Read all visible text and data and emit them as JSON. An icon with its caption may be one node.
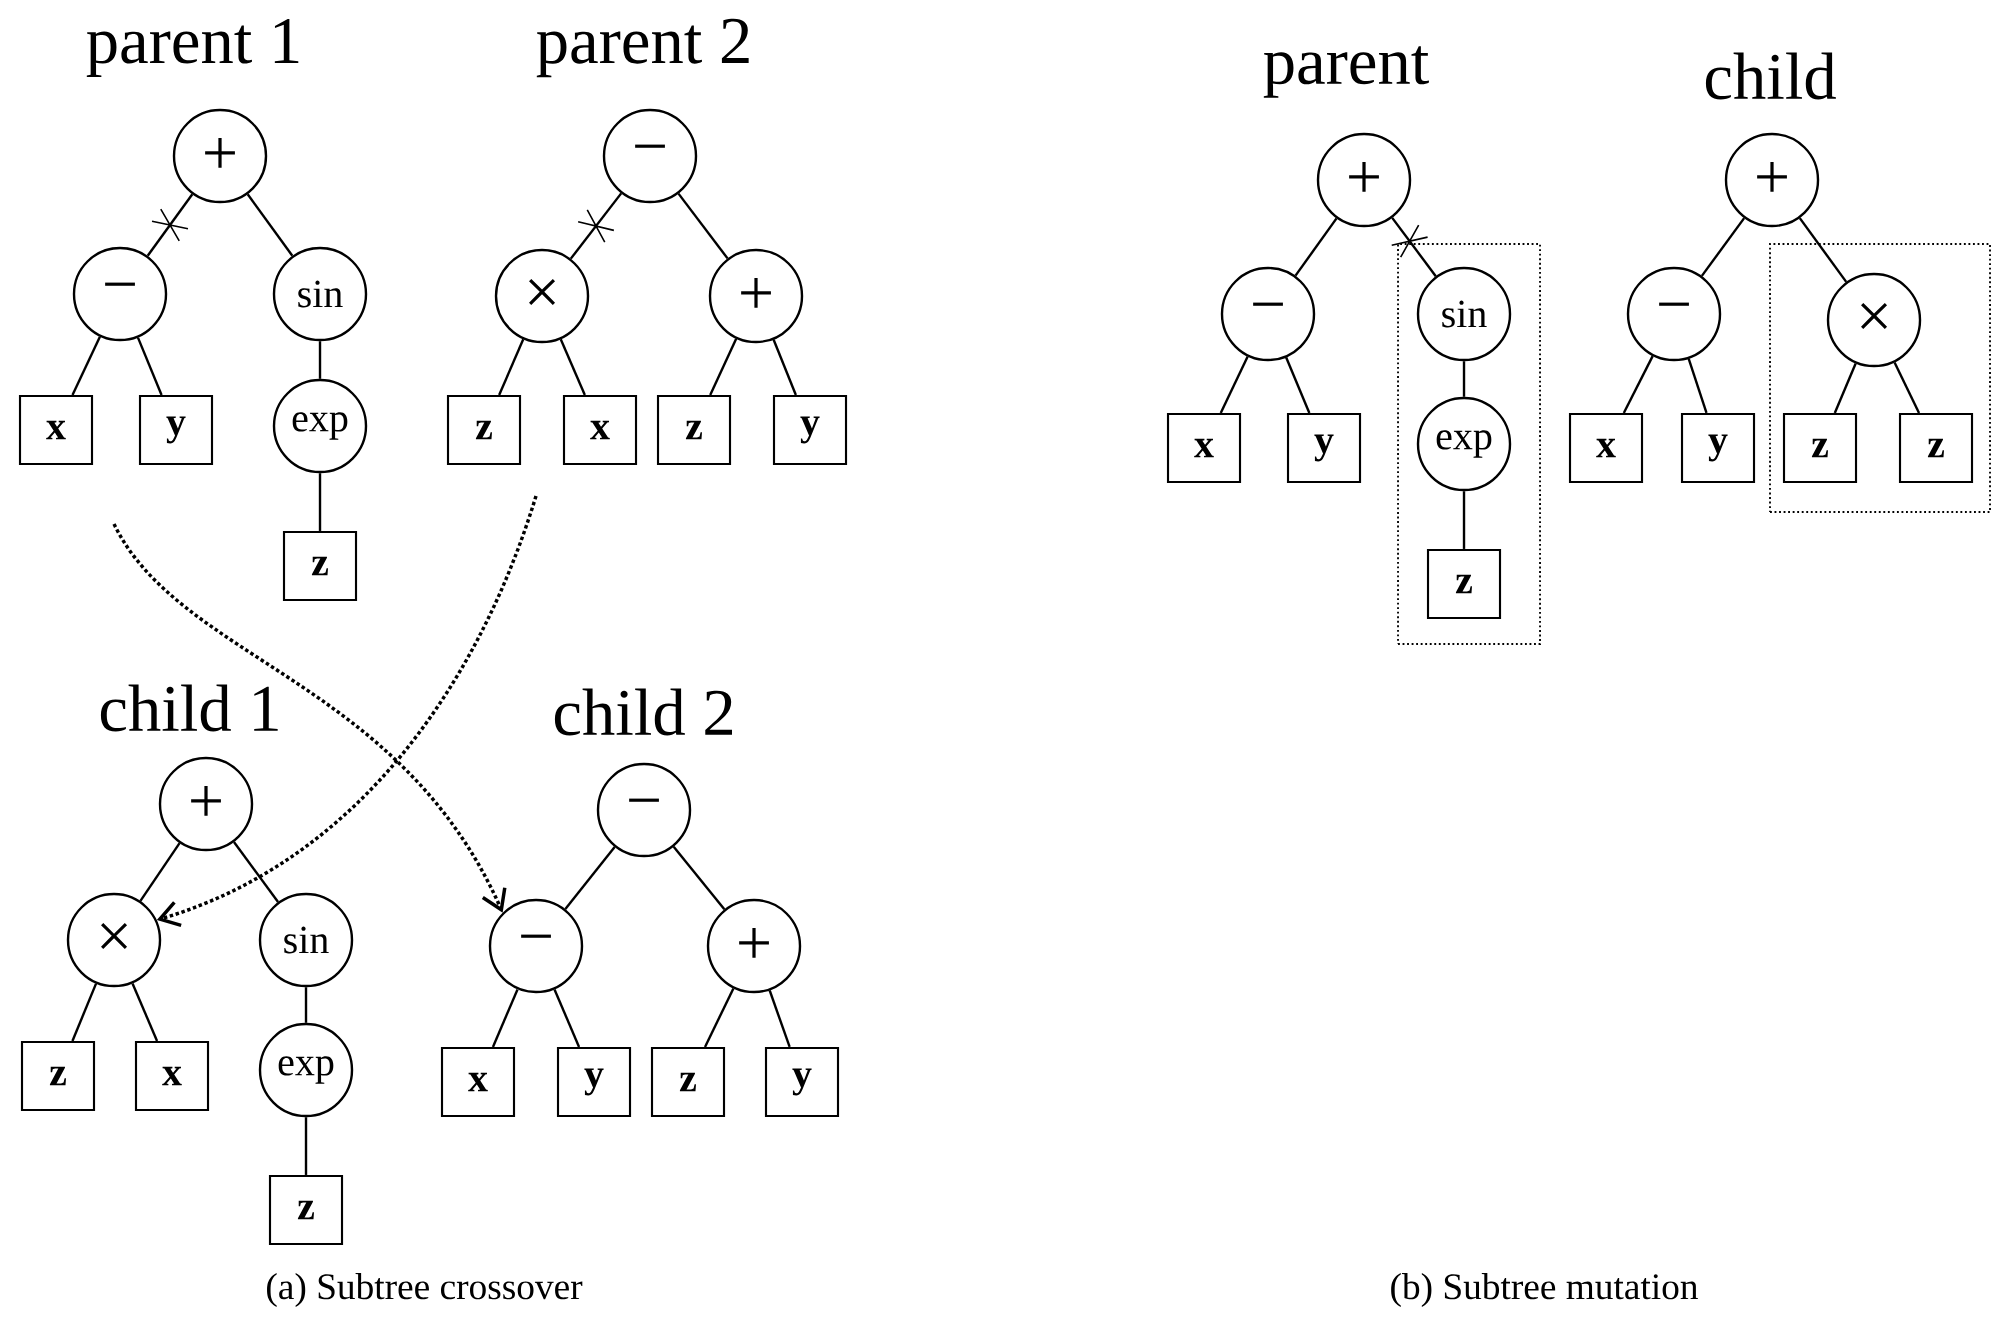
{
  "diagram": {
    "nodes": [
      {
        "text": [
          "+"
        ]
      },
      {
        "text": [
          "−"
        ]
      },
      {
        "text": [
          "sin"
        ]
      },
      {
        "text": [
          "x"
        ]
      },
      {
        "text": [
          "y"
        ]
      },
      {
        "text": [
          "exp"
        ]
      },
      {
        "text": [
          "z"
        ]
      },
      {
        "text": [
          "−"
        ]
      },
      {
        "text": [
          "×"
        ]
      },
      {
        "text": [
          "+"
        ]
      },
      {
        "text": [
          "z"
        ]
      },
      {
        "text": [
          "x"
        ]
      },
      {
        "text": [
          "z"
        ]
      },
      {
        "text": [
          "y"
        ]
      },
      {
        "text": [
          "+"
        ]
      },
      {
        "text": [
          "×"
        ]
      },
      {
        "text": [
          "sin"
        ]
      },
      {
        "text": [
          "z"
        ]
      },
      {
        "text": [
          "x"
        ]
      },
      {
        "text": [
          "exp"
        ]
      },
      {
        "text": [
          "z"
        ]
      },
      {
        "text": [
          "−"
        ]
      },
      {
        "text": [
          "−"
        ]
      },
      {
        "text": [
          "+"
        ]
      },
      {
        "text": [
          "x"
        ]
      },
      {
        "text": [
          "y"
        ]
      },
      {
        "text": [
          "z"
        ]
      },
      {
        "text": [
          "y"
        ]
      },
      {
        "text": [
          "+"
        ]
      },
      {
        "text": [
          "−"
        ]
      },
      {
        "text": [],
        "shape": "box"
      },
      {
        "text": [
          "sin"
        ],
        "in": 30
      },
      {
        "text": [
          "x"
        ]
      },
      {
        "text": [
          "y"
        ]
      },
      {
        "text": [
          "exp"
        ],
        "in": 30
      },
      {
        "text": [
          "z"
        ],
        "in": 30
      },
      {
        "text": [
          "+"
        ]
      },
      {
        "text": [
          "−"
        ]
      },
      {
        "text": [],
        "shape": "box"
      },
      {
        "text": [
          "×"
        ],
        "in": 38
      },
      {
        "text": [
          "x"
        ]
      },
      {
        "text": [
          "y"
        ]
      },
      {
        "text": [
          "z"
        ],
        "in": 38
      },
      {
        "text": [
          "z"
        ],
        "in": 38
      }
    ],
    "edges": [
      {
        "from": 0,
        "to": 1,
        "arrow": "none"
      },
      {
        "from": 0,
        "to": 2,
        "arrow": "none"
      },
      {
        "from": 1,
        "to": 3,
        "arrow": "none"
      },
      {
        "from": 1,
        "to": 4,
        "arrow": "none"
      },
      {
        "from": 2,
        "to": 5,
        "arrow": "none"
      },
      {
        "from": 5,
        "to": 6,
        "arrow": "none"
      },
      {
        "from": 7,
        "to": 8,
        "arrow": "none"
      },
      {
        "from": 7,
        "to": 9,
        "arrow": "none"
      },
      {
        "from": 8,
        "to": 10,
        "arrow": "none"
      },
      {
        "from": 8,
        "to": 11,
        "arrow": "none"
      },
      {
        "from": 9,
        "to": 12,
        "arrow": "none"
      },
      {
        "from": 9,
        "to": 13,
        "arrow": "none"
      },
      {
        "from": 14,
        "to": 15,
        "arrow": "none"
      },
      {
        "from": 14,
        "to": 16,
        "arrow": "none"
      },
      {
        "from": 15,
        "to": 17,
        "arrow": "none"
      },
      {
        "from": 15,
        "to": 18,
        "arrow": "none"
      },
      {
        "from": 16,
        "to": 19,
        "arrow": "none"
      },
      {
        "from": 19,
        "to": 20,
        "arrow": "none"
      },
      {
        "from": 21,
        "to": 22,
        "arrow": "none"
      },
      {
        "from": 21,
        "to": 23,
        "arrow": "none"
      },
      {
        "from": 22,
        "to": 24,
        "arrow": "none"
      },
      {
        "from": 22,
        "to": 25,
        "arrow": "none"
      },
      {
        "from": 23,
        "to": 26,
        "arrow": "none"
      },
      {
        "from": 23,
        "to": 27,
        "arrow": "none"
      },
      {
        "from": 28,
        "to": 29,
        "arrow": "none"
      },
      {
        "from": 28,
        "to": 31,
        "arrow": "none"
      },
      {
        "from": 29,
        "to": 32,
        "arrow": "none"
      },
      {
        "from": 29,
        "to": 33,
        "arrow": "none"
      },
      {
        "from": 31,
        "to": 34,
        "arrow": "none"
      },
      {
        "from": 34,
        "to": 35,
        "arrow": "none"
      },
      {
        "from": 36,
        "to": 37,
        "arrow": "none"
      },
      {
        "from": 36,
        "to": 39,
        "arrow": "none"
      },
      {
        "from": 37,
        "to": 40,
        "arrow": "none"
      },
      {
        "from": 37,
        "to": 41,
        "arrow": "none"
      },
      {
        "from": 39,
        "to": 42,
        "arrow": "none"
      },
      {
        "from": 39,
        "to": 43,
        "arrow": "none"
      },
      {
        "from": null,
        "to": 22,
        "arrow": "to",
        "style": "dashed"
      },
      {
        "from": null,
        "to": 15,
        "arrow": "to",
        "style": "dashed"
      }
    ],
    "labels": [
      "parent 1",
      "parent 2",
      "parent",
      "child",
      "child 1",
      "child 2",
      "(a) Subtree crossover",
      "(b) Subtree mutation"
    ]
  }
}
